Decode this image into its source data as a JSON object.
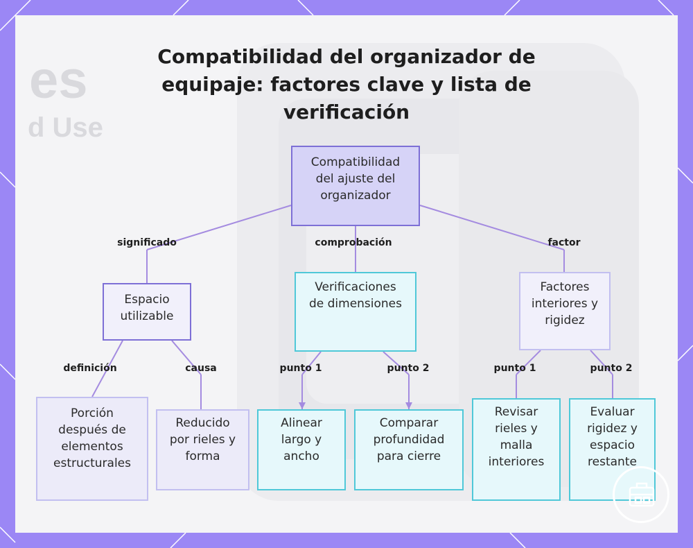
{
  "title": "Compatibilidad del organizador de equipaje: factores clave y lista de verificación",
  "background": {
    "frame_color": "#9b87f5",
    "panel_color": "#f4f4f6",
    "watermark_big": "es",
    "watermark_small": "d Use"
  },
  "root": {
    "label": "Compatibilidad del ajuste del organizador"
  },
  "branches": [
    {
      "edge": "significado",
      "label": "Espacio utilizable",
      "children": [
        {
          "edge": "definición",
          "label": "Porción después de elementos estructurales"
        },
        {
          "edge": "causa",
          "label": "Reducido por rieles y forma"
        }
      ]
    },
    {
      "edge": "comprobación",
      "label": "Verificaciones de dimensiones",
      "children": [
        {
          "edge": "punto 1",
          "label": "Alinear largo y ancho"
        },
        {
          "edge": "punto 2",
          "label": "Comparar profundidad para cierre"
        }
      ]
    },
    {
      "edge": "factor",
      "label": "Factores interiores y rigidez",
      "children": [
        {
          "edge": "punto 1",
          "label": "Revisar rieles y malla interiores"
        },
        {
          "edge": "punto 2",
          "label": "Evaluar rigidez y espacio restante"
        }
      ]
    }
  ],
  "colors": {
    "edge": "#a48be0",
    "purple_border": "#7d6fd6",
    "cyan_border": "#4fc8d8",
    "lavender_border": "#c2bff0"
  },
  "logo_icon": "luggage-icon"
}
